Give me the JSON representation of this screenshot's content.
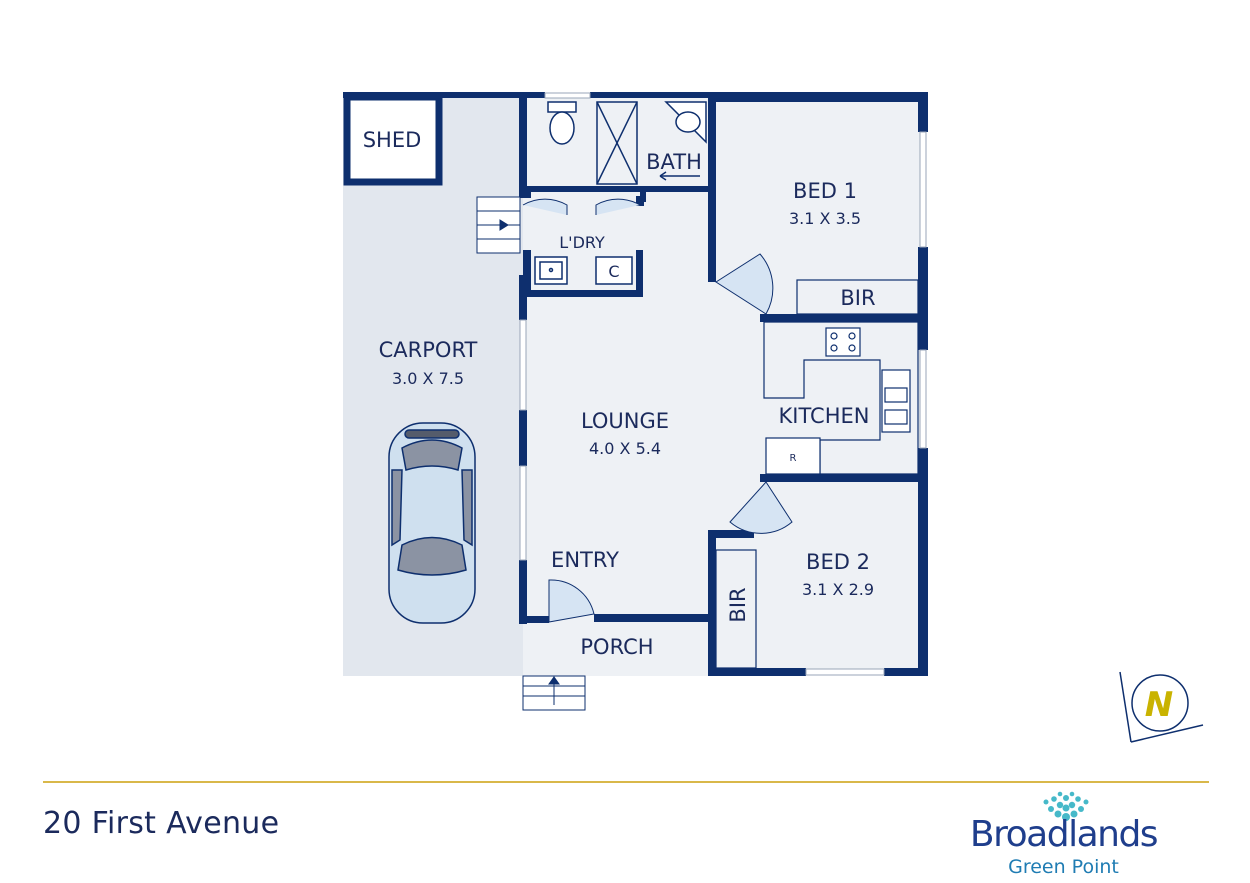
{
  "colors": {
    "wall": "#0e2f6e",
    "floor": "#eef1f5",
    "carport": "#e2e7ee",
    "text": "#1b2a5c",
    "rule": "#d9b84a",
    "compass": "#c9b300",
    "brand": "#1f3e8c",
    "brand_sub": "#1f7cb3",
    "logo_dots": "#46b9c9"
  },
  "rooms": {
    "shed": {
      "name": "SHED"
    },
    "bath": {
      "name": "BATH"
    },
    "bed1": {
      "name": "BED 1",
      "size": "3.1 X 3.5"
    },
    "bir1": {
      "name": "BIR"
    },
    "laundry": {
      "name": "L'DRY",
      "cupboard": "C"
    },
    "carport": {
      "name": "CARPORT",
      "size": "3.0 X 7.5"
    },
    "lounge": {
      "name": "LOUNGE",
      "size": "4.0 X 5.4"
    },
    "kitchen": {
      "name": "KITCHEN",
      "fridge": "R"
    },
    "entry": {
      "name": "ENTRY"
    },
    "bed2": {
      "name": "BED 2",
      "size": "3.1 X 2.9"
    },
    "bir2": {
      "name": "BIR"
    },
    "porch": {
      "name": "PORCH"
    }
  },
  "compass": {
    "letter": "N",
    "icon": "north-compass-icon"
  },
  "address": "20 First Avenue",
  "brand": {
    "name": "Broadlands",
    "sub": "Green Point",
    "icon": "tree-dots-logo-icon"
  }
}
